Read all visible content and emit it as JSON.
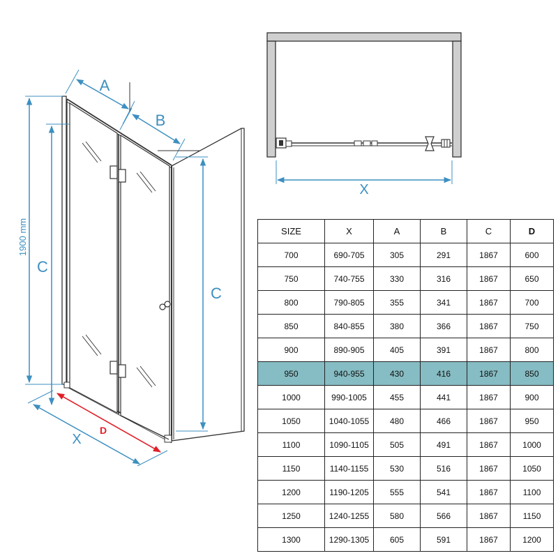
{
  "diagram": {
    "label_A": "A",
    "label_B": "B",
    "label_C_left": "C",
    "label_C_right": "C",
    "label_X_front": "X",
    "label_X_top": "X",
    "label_D": "D",
    "label_height": "1900 mm",
    "colors": {
      "dimension": "#3d8fc0",
      "highlight_dimension": "#e0202a",
      "row_highlight": "#86bcc3"
    }
  },
  "table": {
    "headers": [
      "SIZE",
      "X",
      "A",
      "B",
      "C",
      "D"
    ],
    "rows": [
      [
        "700",
        "690-705",
        "305",
        "291",
        "1867",
        "600"
      ],
      [
        "750",
        "740-755",
        "330",
        "316",
        "1867",
        "650"
      ],
      [
        "800",
        "790-805",
        "355",
        "341",
        "1867",
        "700"
      ],
      [
        "850",
        "840-855",
        "380",
        "366",
        "1867",
        "750"
      ],
      [
        "900",
        "890-905",
        "405",
        "391",
        "1867",
        "800"
      ],
      [
        "950",
        "940-955",
        "430",
        "416",
        "1867",
        "850"
      ],
      [
        "1000",
        "990-1005",
        "455",
        "441",
        "1867",
        "900"
      ],
      [
        "1050",
        "1040-1055",
        "480",
        "466",
        "1867",
        "950"
      ],
      [
        "1100",
        "1090-1105",
        "505",
        "491",
        "1867",
        "1000"
      ],
      [
        "1150",
        "1140-1155",
        "530",
        "516",
        "1867",
        "1050"
      ],
      [
        "1200",
        "1190-1205",
        "555",
        "541",
        "1867",
        "1100"
      ],
      [
        "1250",
        "1240-1255",
        "580",
        "566",
        "1867",
        "1150"
      ],
      [
        "1300",
        "1290-1305",
        "605",
        "591",
        "1867",
        "1200"
      ]
    ],
    "highlighted_size": "950"
  }
}
